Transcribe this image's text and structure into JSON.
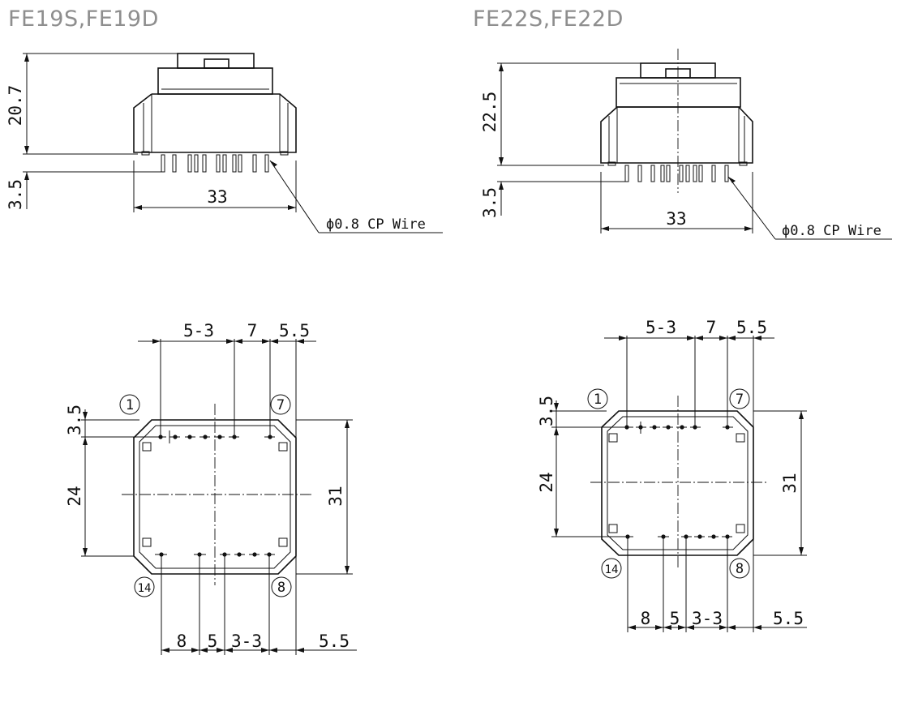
{
  "models": [
    {
      "title": "FE19S,FE19D",
      "side": {
        "height": "20.7",
        "pin_length": "3.5",
        "width": "33",
        "wire_note": "ϕ0.8  CP Wire"
      },
      "bottom": {
        "top_dims": [
          "5-3",
          "7",
          "5.5"
        ],
        "left_dims": [
          "3.5",
          "24"
        ],
        "right_dim": "31",
        "bottom_dims": [
          "8",
          "5",
          "3-3",
          "5.5"
        ],
        "pins": {
          "tl": "1",
          "tr": "7",
          "bl": "14",
          "br": "8"
        }
      }
    },
    {
      "title": "FE22S,FE22D",
      "side": {
        "height": "22.5",
        "pin_length": "3.5",
        "width": "33",
        "wire_note": "ϕ0.8  CP Wire"
      },
      "bottom": {
        "top_dims": [
          "5-3",
          "7",
          "5.5"
        ],
        "left_dims": [
          "3.5",
          "24"
        ],
        "right_dim": "31",
        "bottom_dims": [
          "8",
          "5",
          "3-3",
          "5.5"
        ],
        "pins": {
          "tl": "1",
          "tr": "7",
          "bl": "14",
          "br": "8"
        }
      }
    }
  ]
}
